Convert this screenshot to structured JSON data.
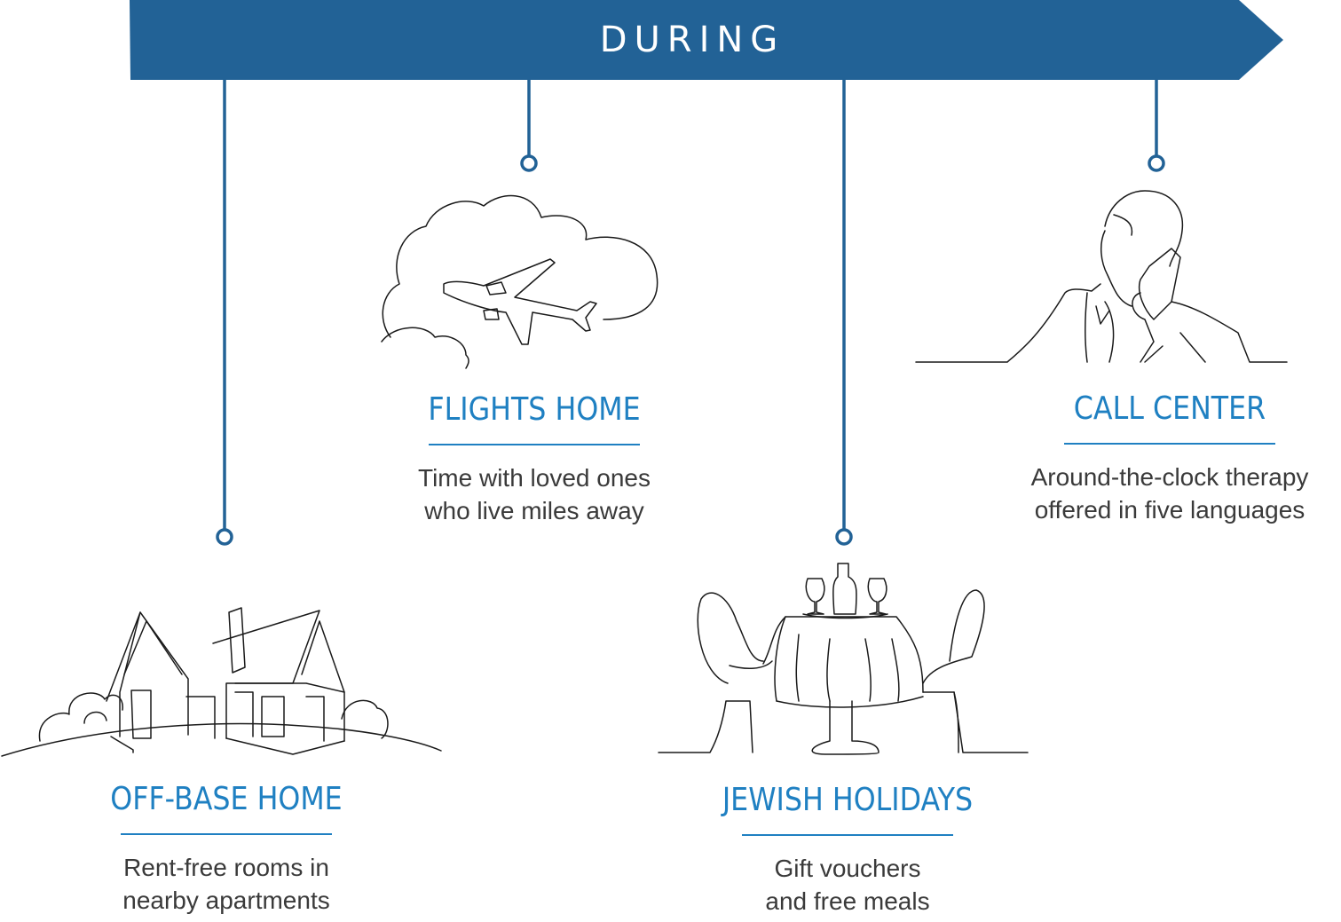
{
  "banner": {
    "title": "DURING",
    "color": "#226296"
  },
  "accent": "#1f80c2",
  "items": [
    {
      "title": "OFF-BASE HOME",
      "desc_line1": "Rent-free rooms in",
      "desc_line2": "nearby apartments",
      "icon": "house-icon"
    },
    {
      "title": "FLIGHTS HOME",
      "desc_line1": "Time with loved ones",
      "desc_line2": "who live miles away",
      "icon": "airplane-icon"
    },
    {
      "title": "JEWISH HOLIDAYS",
      "desc_line1": "Gift vouchers",
      "desc_line2": "and free meals",
      "icon": "dinner-table-icon"
    },
    {
      "title": "CALL CENTER",
      "desc_line1": "Around-the-clock therapy",
      "desc_line2": "offered in five languages",
      "icon": "phone-call-icon"
    }
  ]
}
